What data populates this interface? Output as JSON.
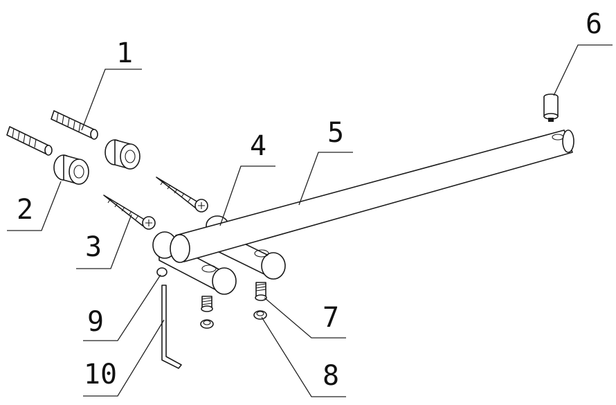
{
  "diagram": {
    "callouts": [
      {
        "id": "1",
        "label": "1"
      },
      {
        "id": "2",
        "label": "2"
      },
      {
        "id": "3",
        "label": "3"
      },
      {
        "id": "4",
        "label": "4"
      },
      {
        "id": "5",
        "label": "5"
      },
      {
        "id": "6",
        "label": "6"
      },
      {
        "id": "7",
        "label": "7"
      },
      {
        "id": "8",
        "label": "8"
      },
      {
        "id": "9",
        "label": "9"
      },
      {
        "id": "10",
        "label": "10"
      }
    ],
    "colors": {
      "ink": "#1a1a1a",
      "paper": "#ffffff"
    }
  }
}
